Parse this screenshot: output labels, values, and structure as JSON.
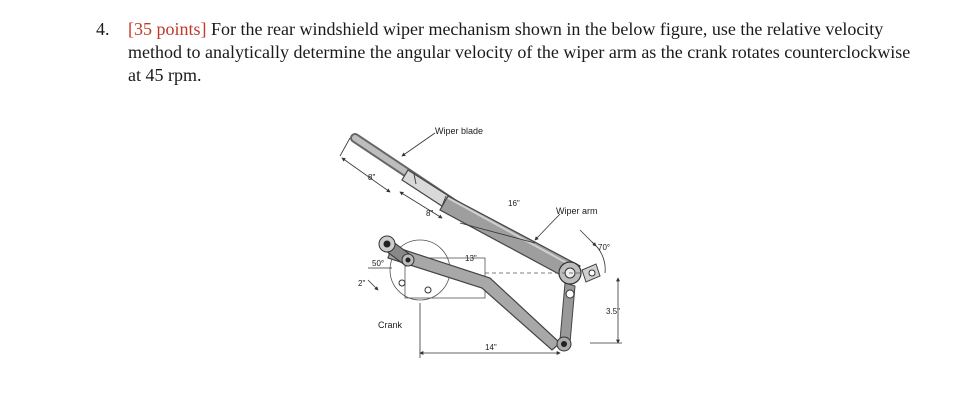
{
  "problem": {
    "number": "4.",
    "points_label": "[35 points]",
    "statement": "For the rear windshield wiper mechanism shown in the below figure, use the relative velocity method to analytically determine the angular velocity of the wiper arm as the crank rotates counterclockwise at 45 rpm."
  },
  "figure": {
    "labels": {
      "wiper_blade": "Wiper blade",
      "wiper_arm": "Wiper arm",
      "crank": "Crank",
      "dim_8_left": "8\"",
      "dim_8_mid": "8\"",
      "dim_16": "16\"",
      "dim_13": "13\"",
      "dim_14": "14\"",
      "dim_2": "2\"",
      "dim_3_5": "3.5\"",
      "angle_50": "50°",
      "angle_70": "70°"
    }
  }
}
